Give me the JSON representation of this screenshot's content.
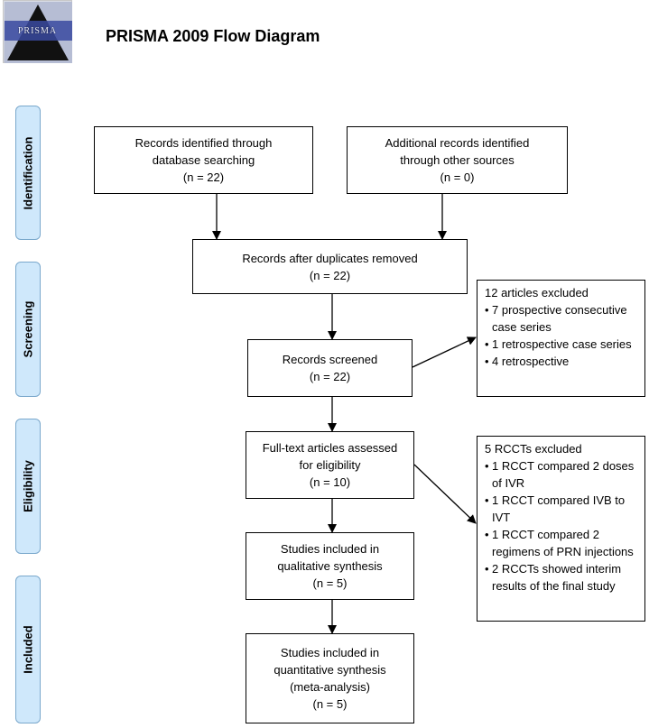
{
  "logo": {
    "text": "PRISMA"
  },
  "title": "PRISMA 2009 Flow Diagram",
  "stages": [
    "Identification",
    "Screening",
    "Eligibility",
    "Included"
  ],
  "boxes": {
    "database": [
      "Records identified through",
      "database searching",
      "(n = 22)"
    ],
    "other": [
      "Additional records identified",
      "through other sources",
      "(n = 0)"
    ],
    "duplicates": [
      "Records after duplicates removed",
      "(n = 22)"
    ],
    "screened": [
      "Records screened",
      "(n = 22)"
    ],
    "fulltext": [
      "Full-text articles assessed",
      "for eligibility",
      "(n = 10)"
    ],
    "qualitative": [
      "Studies included in",
      "qualitative synthesis",
      "(n = 5)"
    ],
    "quantitative": [
      "Studies included in",
      "quantitative synthesis",
      "(meta-analysis)",
      "(n = 5)"
    ]
  },
  "excluded_articles": {
    "heading": "12 articles excluded",
    "items": [
      "7 prospective consecutive case series",
      "1 retrospective case series",
      "4 retrospective"
    ]
  },
  "excluded_rccts": {
    "heading": "5 RCCTs excluded",
    "items": [
      "1 RCCT compared 2 doses of IVR",
      "1 RCCT compared IVB to IVT",
      "1 RCCT compared 2 regimens of PRN injections",
      "2 RCCTs showed interim results of the final study"
    ]
  }
}
